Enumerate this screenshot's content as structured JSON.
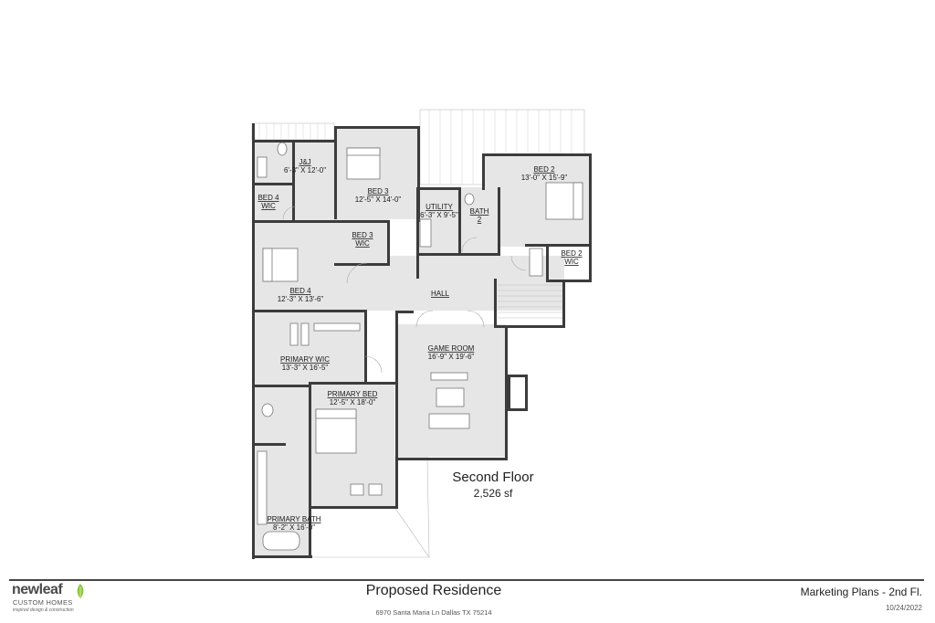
{
  "floor": {
    "name": "Second Floor",
    "area": "2,526 sf"
  },
  "rooms": {
    "jj": {
      "name": "J&J",
      "dims": "6'-3\" X 12'-0\""
    },
    "bed3": {
      "name": "BED 3",
      "dims": "12'-5\" X 14'-0\""
    },
    "bed4wic": {
      "line1": "BED 4",
      "line2": "WIC"
    },
    "bed3wic": {
      "line1": "BED 3",
      "line2": "WIC"
    },
    "utility": {
      "name": "UTILITY",
      "dims": "6'-3\" X 9'-5\""
    },
    "bath2": {
      "line1": "BATH",
      "line2": "2"
    },
    "bed2": {
      "name": "BED 2",
      "dims": "13'-0\" X 15'-9\""
    },
    "bed2wic": {
      "line1": "BED 2",
      "line2": "WIC"
    },
    "bed4": {
      "name": "BED 4",
      "dims": "12'-3\" X 13'-6\""
    },
    "hall": {
      "name": "HALL"
    },
    "primary_wic": {
      "name": "PRIMARY WIC",
      "dims": "13'-3\" X 16'-5\""
    },
    "game_room": {
      "name": "GAME ROOM",
      "dims": "16'-9\" X 19'-6\""
    },
    "primary_bed": {
      "name": "PRIMARY BED",
      "dims": "12'-5\" X 18'-0\""
    },
    "primary_bath": {
      "name": "PRIMARY BATH",
      "dims": "8'-2\" X 16'-0\""
    }
  },
  "title_block": {
    "logo_main": "newleaf",
    "logo_sub": "CUSTOM HOMES",
    "logo_tag": "inspired design & construction",
    "project": "Proposed Residence",
    "address": "6970 Santa Maria Ln Dallas TX 75214",
    "sheet": "Marketing Plans - 2nd Fl.",
    "date": "10/24/2022"
  },
  "colors": {
    "wall": "#3c3c3c",
    "floor": "#e6e6e6",
    "logo_leaf": "#8dc63f"
  }
}
